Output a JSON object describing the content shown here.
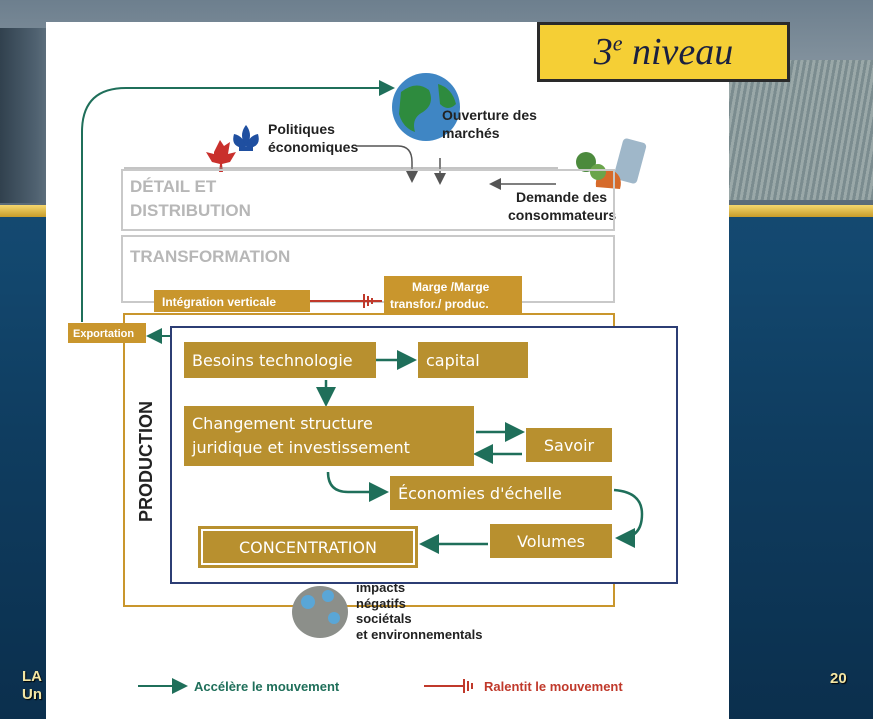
{
  "badge": {
    "level_num": "3",
    "level_sup": "e",
    "level_word": "niveau"
  },
  "diagram": {
    "politiques": [
      "Politiques",
      "économiques"
    ],
    "ouverture": [
      "Ouverture des",
      "marchés"
    ],
    "demande": [
      "Demande des",
      "consommateurs"
    ],
    "detail": [
      "DÉTAIL ET",
      "DISTRIBUTION"
    ],
    "transformation": "TRANSFORMATION",
    "integration": "Intégration verticale",
    "marge": [
      "Marge  /Marge",
      "transfor./ produc."
    ],
    "exportation": "Exportation",
    "production": "PRODUCTION",
    "impacts": [
      "impacts",
      "négatifs",
      "sociétals",
      "et environnementals"
    ]
  },
  "overlay": {
    "besoins": "Besoins technologie",
    "capital": "capital",
    "changement": [
      "Changement structure",
      "juridique et investissement"
    ],
    "savoir": "Savoir",
    "economies": "Économies d'échelle",
    "volumes": "Volumes",
    "concentration": "CONCENTRATION"
  },
  "legend": {
    "accelere": "Accélère le mouvement",
    "ralentit": "Ralentit le mouvement"
  },
  "footer": {
    "left_line1": "LA",
    "left_line2": "Un",
    "page": "20"
  },
  "colors": {
    "green": "#1f6f5a",
    "red": "#c0392b",
    "gold": "#b8902f",
    "navy": "#2c3d74"
  }
}
